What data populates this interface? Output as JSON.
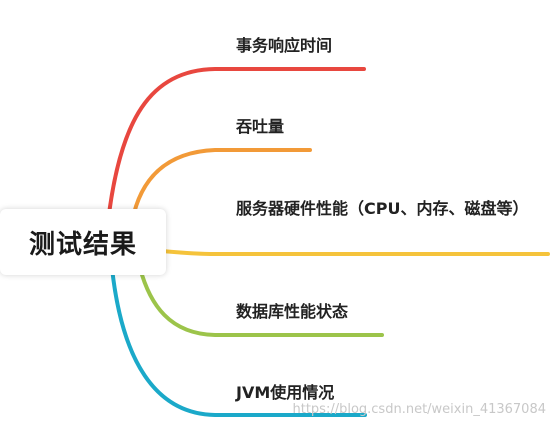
{
  "root": {
    "label": "测试结果"
  },
  "branches": [
    {
      "label": "事务响应时间",
      "color": "#e8473f"
    },
    {
      "label": "吞吐量",
      "color": "#f29a38"
    },
    {
      "label": "服务器硬件性能（CPU、内存、磁盘等）",
      "color": "#f5c33b"
    },
    {
      "label": "数据库性能状态",
      "color": "#9cc44a"
    },
    {
      "label": "JVM使用情况",
      "color": "#1ba9c9"
    }
  ],
  "watermark": "https://blog.csdn.net/weixin_41367084"
}
